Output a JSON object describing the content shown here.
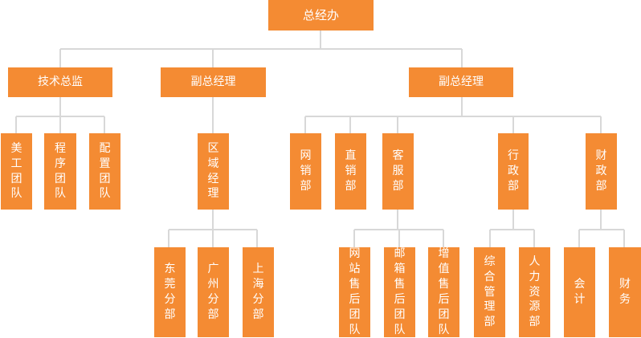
{
  "colors": {
    "node": "#f48b33",
    "text": "#ffffff",
    "line": "#d8d8d8"
  },
  "nodes": {
    "root": "总经办",
    "tech_director": "技术总监",
    "vp_left": "副总经理",
    "vp_right": "副总经理",
    "design_team": "美工团队",
    "program_team": "程序团队",
    "config_team": "配置团队",
    "regional_manager": "区域经理",
    "network_sales": "网销部",
    "direct_sales": "直销部",
    "customer_service": "客服部",
    "admin_dept": "行政部",
    "finance_dept": "财政部",
    "dongguan_branch": "东莞分部",
    "guangzhou_branch": "广州分部",
    "shanghai_branch": "上海分部",
    "website_after_sales": "网站售后团队",
    "email_after_sales": "邮箱售后团队",
    "value_added_after_sales": "增值售后团队",
    "general_management": "综合管理部",
    "hr_dept": "人力资源部",
    "accounting": "会计",
    "finance": "财务"
  }
}
